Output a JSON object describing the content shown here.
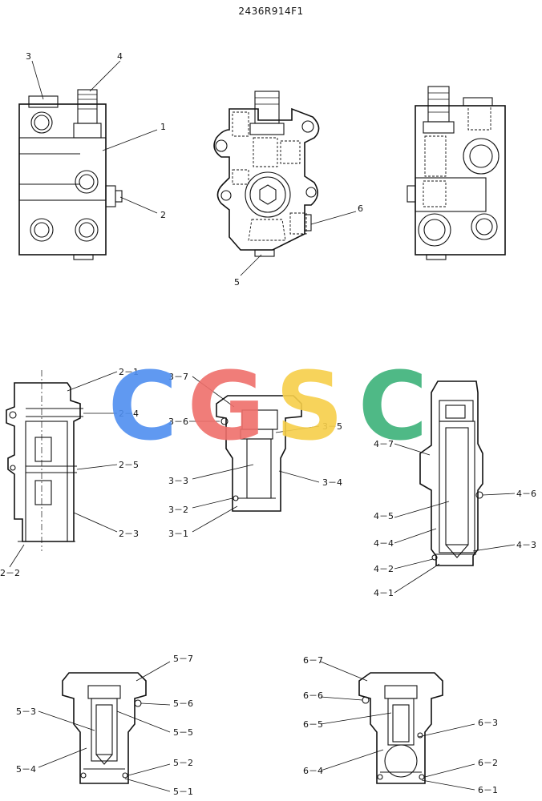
{
  "title": "2436R914F1",
  "watermark": {
    "letters": [
      "C",
      "G",
      "S",
      "C"
    ],
    "colors": [
      "#4f8ff0",
      "#ef6f6b",
      "#f7cf4a",
      "#3db27a"
    ]
  },
  "callouts": {
    "v1": [
      "3",
      "4",
      "1",
      "2"
    ],
    "v2": [
      "6",
      "5"
    ],
    "s2": [
      "2－1",
      "2－4",
      "2－5",
      "2－3",
      "2－2"
    ],
    "s3": [
      "3－7",
      "3－6",
      "3－5",
      "3－3",
      "3－4",
      "3－2",
      "3－1"
    ],
    "s4": [
      "4－7",
      "4－6",
      "4－5",
      "4－4",
      "4－3",
      "4－2",
      "4－1"
    ],
    "s5": [
      "5－7",
      "5－3",
      "5－6",
      "5－5",
      "5－4",
      "5－2",
      "5－1"
    ],
    "s6": [
      "6－7",
      "6－6",
      "6－5",
      "6－3",
      "6－4",
      "6－2",
      "6－1"
    ]
  }
}
